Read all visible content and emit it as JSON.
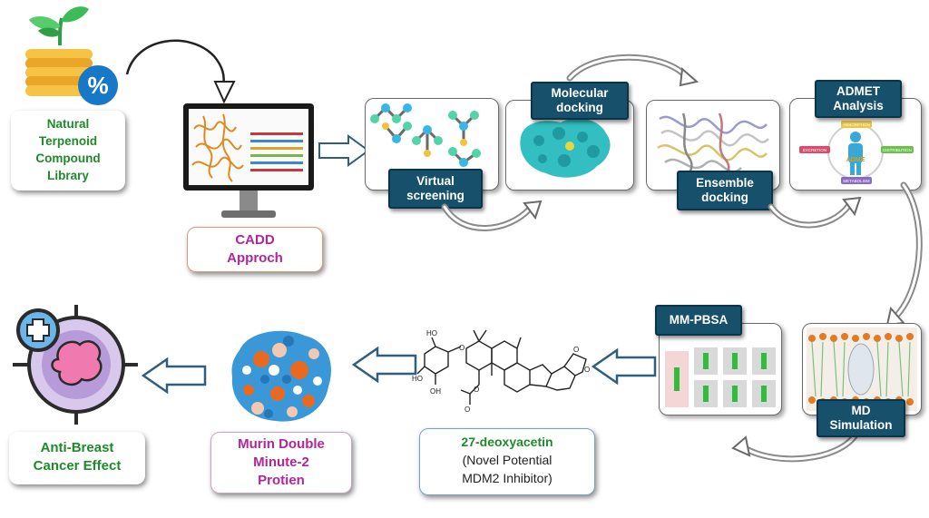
{
  "library": {
    "lines": [
      "Natural",
      "Terpenoid",
      "Compound",
      "Library"
    ]
  },
  "cadd": {
    "lines": [
      "CADD",
      "Approch"
    ]
  },
  "virtual_screening": {
    "lines": [
      "Virtual",
      "screening"
    ]
  },
  "molecular_docking": {
    "lines": [
      "Molecular",
      "docking"
    ]
  },
  "ensemble_docking": {
    "lines": [
      "Ensemble",
      "docking"
    ]
  },
  "admet": {
    "lines": [
      "ADMET",
      "Analysis"
    ],
    "inner": {
      "center": "ADME",
      "top": "ABSORPTION",
      "left": "EXCRETION",
      "right": "DISTRIBUTION",
      "bottom": "METABOLISM"
    }
  },
  "md_simulation": {
    "lines": [
      "MD",
      "Simulation"
    ]
  },
  "mm_pbsa": {
    "label": "MM-PBSA"
  },
  "compound": {
    "name": "27-deoxyacetin",
    "lines": [
      "(Novel Potential",
      "MDM2 Inhibitor)"
    ]
  },
  "protein": {
    "lines": [
      "Murin Double",
      "Minute-2",
      "Protien"
    ]
  },
  "effect": {
    "lines": [
      "Anti-Breast",
      "Cancer Effect"
    ]
  },
  "colors": {
    "tag_blue": "#17506b",
    "green_text": "#1f8a2a",
    "purple_text": "#b0269c",
    "protein_teal": "#3ec0c7",
    "coin_gold": "#f2b233",
    "percent_blue": "#1878c8"
  }
}
